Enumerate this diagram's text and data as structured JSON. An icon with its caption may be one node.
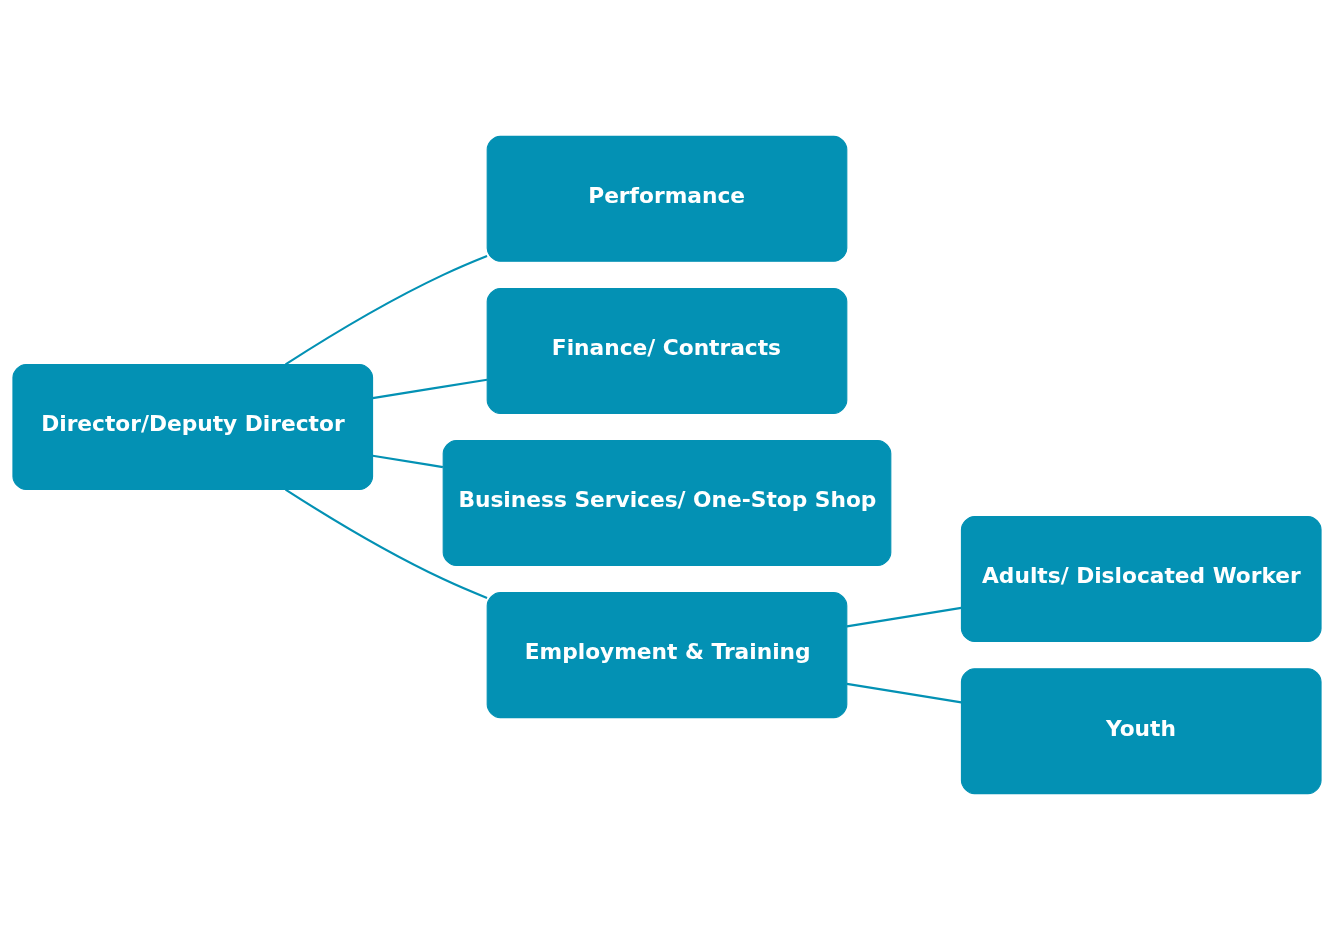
{
  "diagram": {
    "nodes": [
      {
        "text": [
          "Director/Deputy Director"
        ]
      },
      {
        "text": [
          "Performance"
        ]
      },
      {
        "text": [
          "Finance/ Contracts"
        ]
      },
      {
        "text": [
          "Business Services/ One-Stop Shop"
        ]
      },
      {
        "text": [
          "Employment & Training"
        ]
      },
      {
        "text": [
          "Adults/ Dislocated Worker"
        ]
      },
      {
        "text": [
          "Youth"
        ]
      }
    ],
    "edges": [
      {
        "from": 0,
        "to": 1,
        "arrow": "none"
      },
      {
        "from": 0,
        "to": 2,
        "arrow": "none"
      },
      {
        "from": 0,
        "to": 3,
        "arrow": "none"
      },
      {
        "from": 0,
        "to": 4,
        "arrow": "none"
      },
      {
        "from": 4,
        "to": 5,
        "arrow": "none"
      },
      {
        "from": 4,
        "to": 6,
        "arrow": "none"
      }
    ]
  }
}
